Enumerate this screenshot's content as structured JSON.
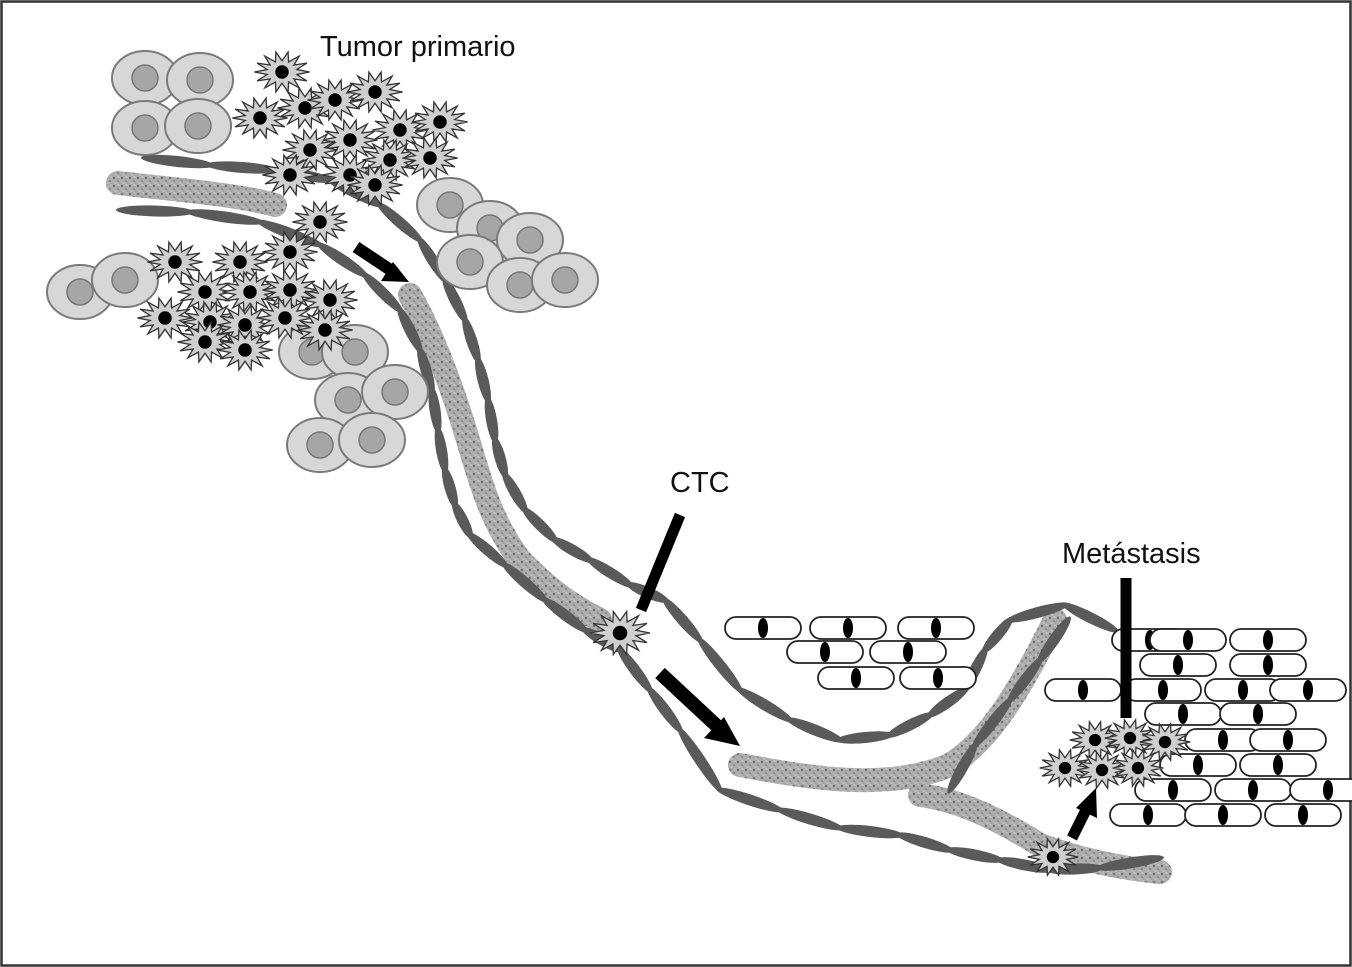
{
  "labels": {
    "primary_tumor": "Tumor primario",
    "ctc": "CTC",
    "metastasis": "Metástasis"
  },
  "colors": {
    "frame": "#333333",
    "vessel_wall": "#5a5a5a",
    "blood_flow": "#8a8a8a",
    "normal_cell_outer": "#d7d7d7",
    "normal_cell_nucleus": "#a6a6a6",
    "tumor_cell": "#cfcfcf",
    "tumor_nucleus": "#000000",
    "tissue_cell_fill": "#ffffff",
    "arrow": "#000000"
  }
}
